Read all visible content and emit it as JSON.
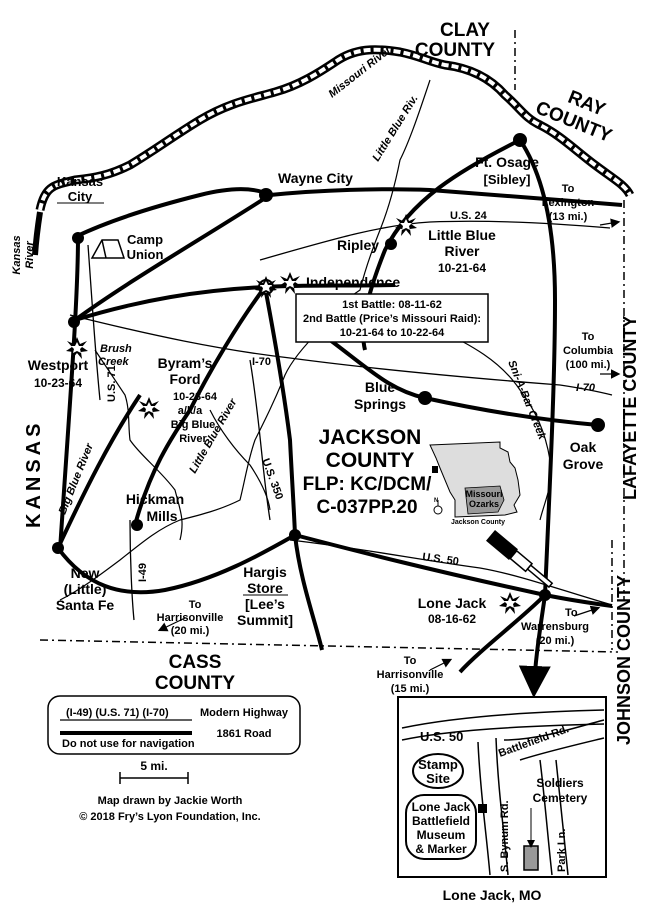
{
  "counties": {
    "clay": [
      "CLAY",
      "COUNTY"
    ],
    "ray": [
      "RAY",
      "COUNTY"
    ],
    "lafayette": "LAFAYETTE COUNTY",
    "johnson": "JOHNSON COUNTY",
    "cass": [
      "CASS",
      "COUNTY"
    ],
    "kansas": "KANSAS"
  },
  "rivers": {
    "missouri": "Missouri River",
    "little_blue_top": "Little Blue Riv.",
    "kansas": [
      "Kansas",
      "River"
    ],
    "brush_creek": [
      "Brush",
      "Creek"
    ],
    "big_blue": "Big Blue River",
    "little_blue_mid": "Little Blue River",
    "sni_a_bar": "Sni-A-Bar Creek"
  },
  "places": {
    "kansas_city": [
      "Kansas",
      "City"
    ],
    "camp_union": [
      "Camp",
      "Union"
    ],
    "wayne_city": "Wayne City",
    "ft_osage": [
      "Ft. Osage",
      "[Sibley]"
    ],
    "ripley": "Ripley",
    "independence": "Independence",
    "westport": [
      "Westport",
      "10-23-64"
    ],
    "byrams_ford": [
      "Byram’s",
      "Ford",
      "10-23-64",
      "a/k/a",
      "Big Blue",
      "River"
    ],
    "blue_springs": [
      "Blue",
      "Springs"
    ],
    "oak_grove": [
      "Oak",
      "Grove"
    ],
    "hickman_mills": [
      "Hickman",
      "Mills"
    ],
    "hargis_store": [
      "Hargis",
      "Store",
      "[Lee’s",
      "Summit]"
    ],
    "new_santa_fe": [
      "New",
      "(Little)",
      "Santa Fe"
    ],
    "lone_jack": [
      "Lone Jack",
      "08-16-62"
    ]
  },
  "battles": {
    "little_blue": [
      "Little Blue",
      "River",
      "10-21-64"
    ],
    "independence_box": [
      "1st Battle: 08-11-62",
      "2nd Battle (Price’s Missouri Raid):",
      "10-21-64 to 10-22-64"
    ]
  },
  "roads": {
    "us24": "U.S. 24",
    "i70_left": "I-70",
    "i70_right": "I-70",
    "us71": "U.S. 71",
    "us350": "U.S. 350",
    "i49": "I-49",
    "us50": "U.S. 50"
  },
  "directions": {
    "lexington": [
      "To",
      "Lexington",
      "(13 mi.)"
    ],
    "columbia": [
      "To",
      "Columbia",
      "(100 mi.)"
    ],
    "harrisonville_west": [
      "To",
      "Harrisonville",
      "(20 mi.)"
    ],
    "harrisonville_south": [
      "To",
      "Harrisonville",
      "(15 mi.)"
    ],
    "warrensburg": [
      "To",
      "Warrensburg",
      "(20 mi.)"
    ]
  },
  "title": {
    "county": [
      "JACKSON",
      "COUNTY"
    ],
    "flp": [
      "FLP: KC/DCM/",
      "C-037PP.20"
    ]
  },
  "inset_state": {
    "missouri": "Missouri",
    "ozarks": "Ozarks",
    "jackson_county": "Jackson County",
    "north": "N"
  },
  "legend": {
    "modern_roads": "(I-49) (U.S. 71) (I-70)",
    "modern_label": "Modern Highway",
    "old_label": "1861 Road",
    "warning": "Do not use for navigation"
  },
  "scale": "5 mi.",
  "credits": [
    "Map drawn by Jackie Worth",
    "© 2018 Fry’s Lyon Foundation, Inc."
  ],
  "detail_inset": {
    "us50": "U.S. 50",
    "battlefield_rd": "Battlefield Rd.",
    "stamp_site": [
      "Stamp",
      "Site"
    ],
    "museum": [
      "Lone Jack",
      "Battlefield",
      "Museum",
      "& Marker"
    ],
    "soldiers_cemetery": [
      "Soldiers",
      "Cemetery"
    ],
    "s_bynum": "S. Bynum Rd.",
    "park_ln": "Park Ln.",
    "caption": "Lone Jack, MO"
  }
}
